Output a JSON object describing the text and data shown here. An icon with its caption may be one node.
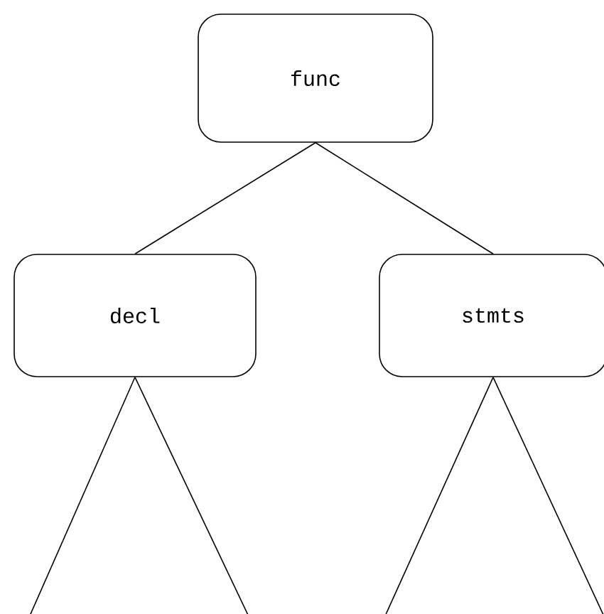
{
  "diagram": {
    "nodes": [
      {
        "text": [
          "func"
        ]
      },
      {
        "text": [
          "decl"
        ]
      },
      {
        "text": [
          "stmts"
        ]
      }
    ],
    "edges": [
      {
        "from": 0,
        "to": 1,
        "arrow": "none"
      },
      {
        "from": 0,
        "to": 2,
        "arrow": "none"
      },
      {
        "from": 1,
        "to": null,
        "arrow": "none"
      },
      {
        "from": 1,
        "to": null,
        "arrow": "none"
      },
      {
        "from": 2,
        "to": null,
        "arrow": "none"
      },
      {
        "from": 2,
        "to": null,
        "arrow": "none"
      }
    ]
  }
}
